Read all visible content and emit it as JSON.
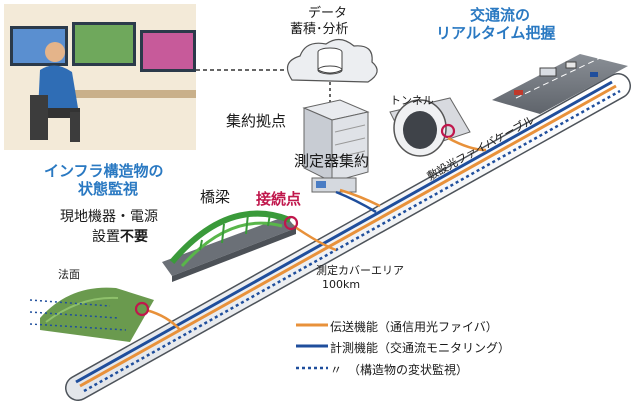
{
  "labels": {
    "data_line1": "データ",
    "data_line2": "蓄積･分析",
    "traffic_line1": "交通流の",
    "traffic_line2": "リアルタイム把握",
    "tunnel": "トンネル",
    "aggregation": "集約拠点",
    "meter_aggregation": "測定器集約",
    "cable": "敷設光ファイバケーブル",
    "infra_line1": "インフラ構造物の",
    "infra_line2": "状態監視",
    "bridge": "橋梁",
    "connection": "接続点",
    "local_line1": "現地機器・電源",
    "local_line2a": "設置",
    "local_line2b": "不要",
    "slope": "法面",
    "coverage_line1": "測定カバーエリア",
    "coverage_line2": "100km"
  },
  "legend": [
    {
      "text": "伝送機能（通信用光ファイバ）",
      "color": "#e8913a",
      "style": "solid"
    },
    {
      "text": "計測機能（交通流モニタリング）",
      "color": "#1f4e9c",
      "style": "solid"
    },
    {
      "text": "〃　（構造物の変状監視）",
      "color": "#1f4e9c",
      "style": "dotted"
    }
  ],
  "colors": {
    "accent_blue": "#2a79c2",
    "accent_red": "#c0174c",
    "fiber_orange": "#e8913a",
    "fiber_blue": "#1f4e9c"
  }
}
